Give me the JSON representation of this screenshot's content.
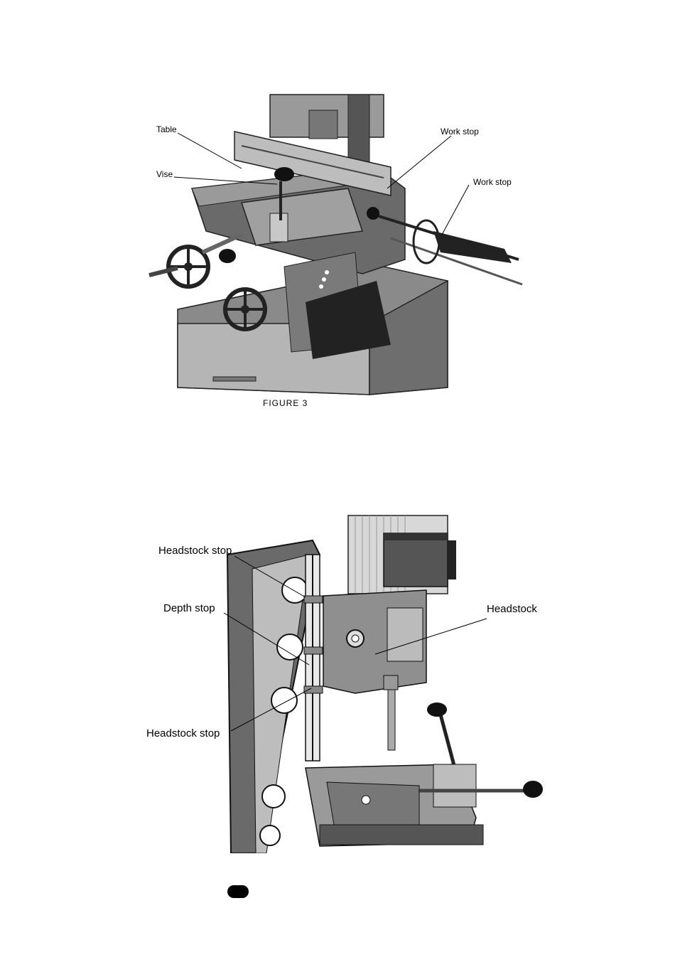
{
  "figure1": {
    "labels": {
      "table": "Table",
      "vise": "Vise",
      "work_stop_1": "Work stop",
      "work_stop_2": "Work stop"
    },
    "caption": "FIGURE 3"
  },
  "figure2": {
    "labels": {
      "headstock_stop_top": "Headstock stop",
      "depth_stop": "Depth stop",
      "headstock": "Headstock",
      "headstock_stop_bottom": "Headstock stop"
    }
  }
}
